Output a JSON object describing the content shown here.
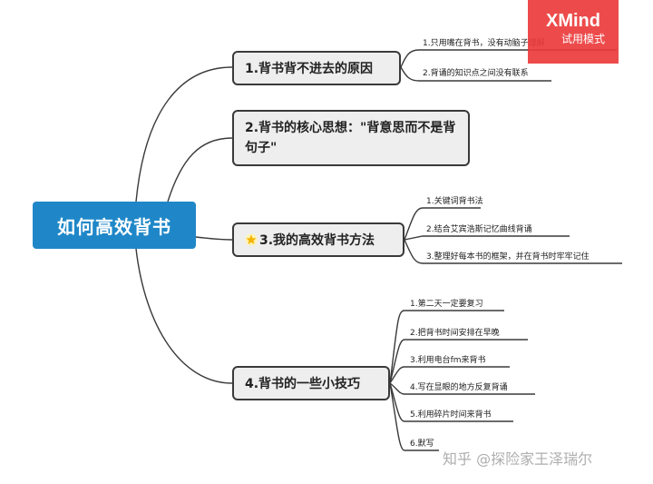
{
  "root": {
    "label": "如何高效背书"
  },
  "topics": [
    {
      "label": "1.背书背不进去的原因",
      "children": [
        "1.只用嘴在背书，没有动脑子理解",
        "2.背诵的知识点之间没有联系"
      ]
    },
    {
      "label": "2.背书的核心思想：\"背意思而不是背句子\"",
      "children": []
    },
    {
      "label": "3.我的高效背书方法",
      "icon": "star-icon",
      "children": [
        "1.关键词背书法",
        "2.结合艾宾浩斯记忆曲线背诵",
        "3.整理好每本书的框架，并在背书时牢牢记住"
      ]
    },
    {
      "label": "4.背书的一些小技巧",
      "children": [
        "1.第二天一定要复习",
        "2.把背书时间安排在早晚",
        "3.利用电台fm来背书",
        "4.写在显眼的地方反复背诵",
        "5.利用碎片时间来背书",
        "6.默写"
      ]
    }
  ],
  "badge": {
    "brand": "XMind",
    "mode": "试用模式"
  },
  "watermark": "知乎 @探险家王泽瑞尔",
  "colors": {
    "root": "#1f87c8",
    "topic_fill": "#eeeeee",
    "topic_border": "#3a3a3a",
    "line": "#3a3a3a",
    "badge": "#eb3c3c"
  }
}
